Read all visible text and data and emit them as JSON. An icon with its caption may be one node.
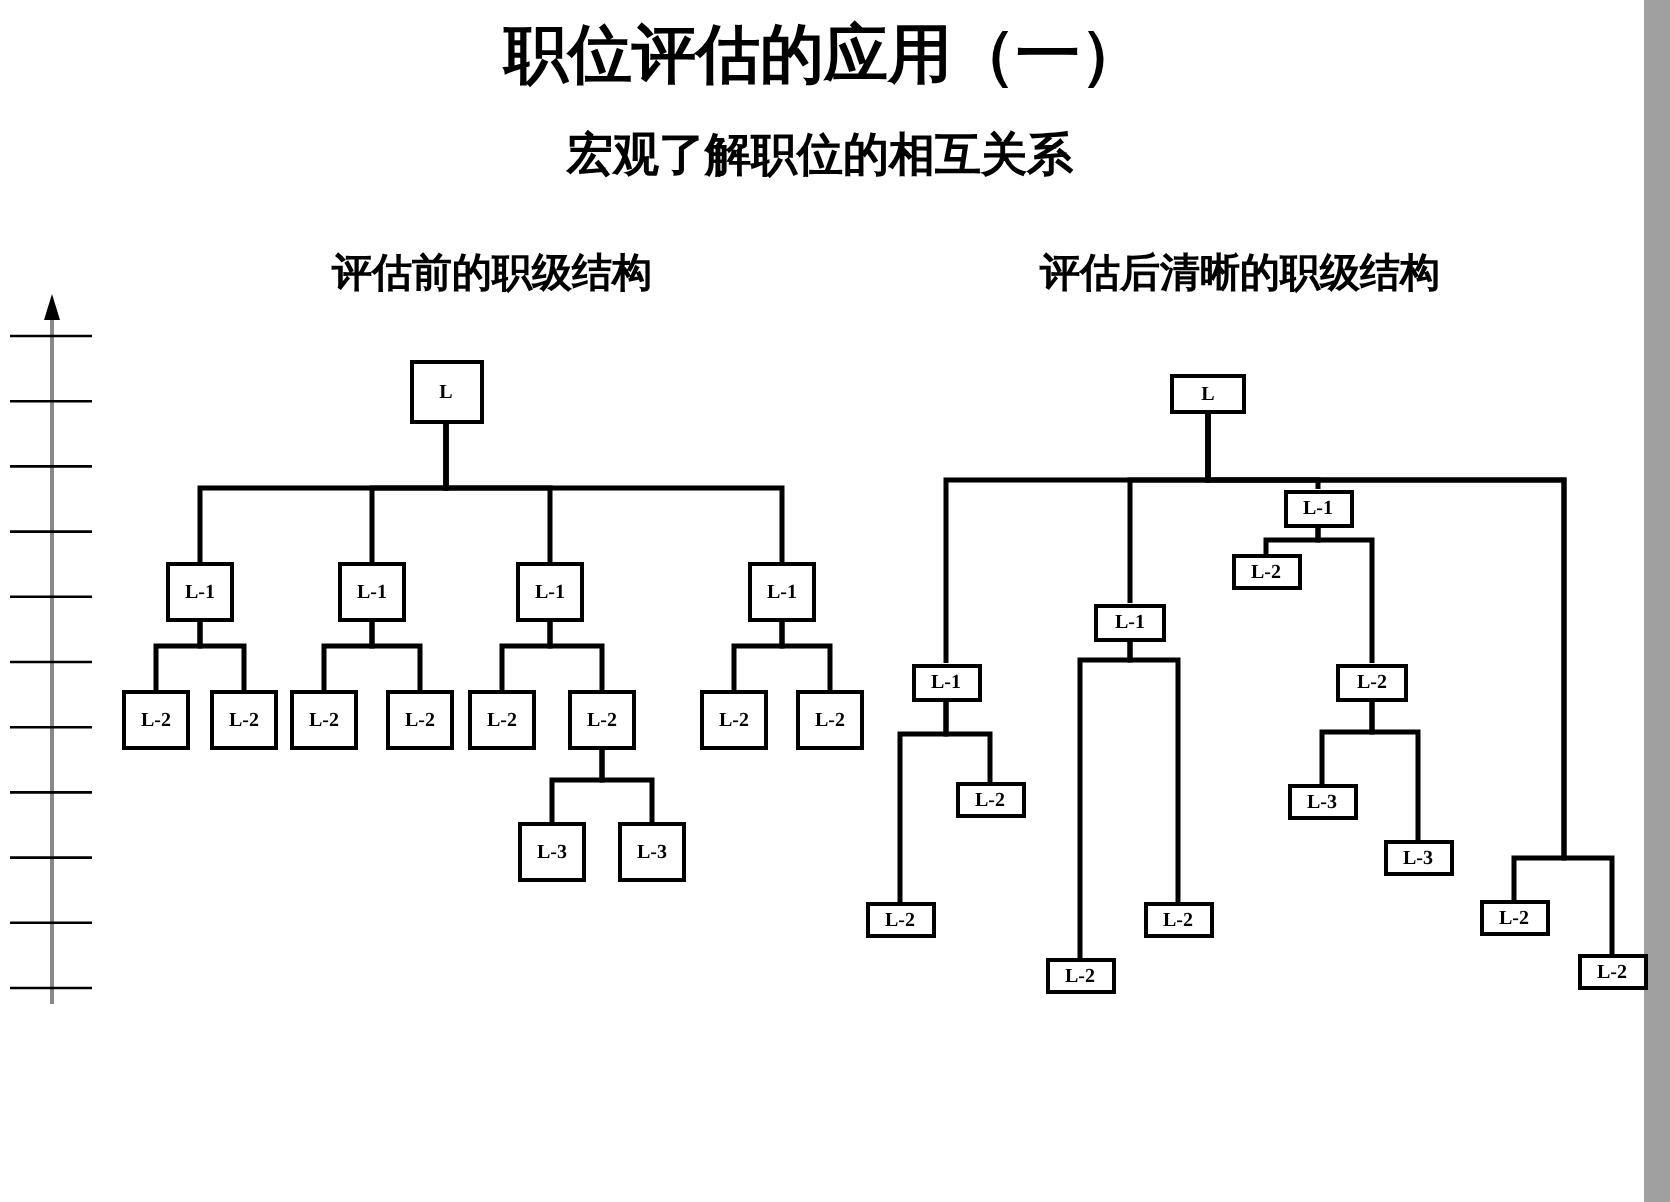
{
  "diagram": {
    "title": "职位评估的应用（一）",
    "labels": [
      "宏观了解职位的相互关系",
      "评估前的职级结构",
      "评估后清晰的职级结构"
    ],
    "nodes": [
      {
        "text": [
          "L"
        ]
      },
      {
        "text": [
          "L-1"
        ]
      },
      {
        "text": [
          "L-1"
        ]
      },
      {
        "text": [
          "L-1"
        ]
      },
      {
        "text": [
          "L-1"
        ]
      },
      {
        "text": [
          "L-2"
        ]
      },
      {
        "text": [
          "L-2"
        ]
      },
      {
        "text": [
          "L-2"
        ]
      },
      {
        "text": [
          "L-2"
        ]
      },
      {
        "text": [
          "L-2"
        ]
      },
      {
        "text": [
          "L-2"
        ]
      },
      {
        "text": [
          "L-2"
        ]
      },
      {
        "text": [
          "L-2"
        ]
      },
      {
        "text": [
          "L-3"
        ]
      },
      {
        "text": [
          "L-3"
        ]
      },
      {
        "text": [
          "L"
        ]
      },
      {
        "text": [
          "L-1"
        ]
      },
      {
        "text": [
          "L-1"
        ]
      },
      {
        "text": [
          "L-1"
        ]
      },
      {
        "text": [
          "L-2"
        ]
      },
      {
        "text": [
          "L-2"
        ]
      },
      {
        "text": [
          "L-2"
        ]
      },
      {
        "text": [
          "L-2"
        ]
      },
      {
        "text": [
          "L-2"
        ]
      },
      {
        "text": [
          "L-2"
        ]
      },
      {
        "text": [
          "L-3"
        ]
      },
      {
        "text": [
          "L-3"
        ]
      },
      {
        "text": [
          "L-2"
        ]
      },
      {
        "text": [
          "L-2"
        ]
      }
    ],
    "edges": [
      {
        "from": 0,
        "to": 1,
        "arrow": "none"
      },
      {
        "from": 0,
        "to": 2,
        "arrow": "none"
      },
      {
        "from": 0,
        "to": 3,
        "arrow": "none"
      },
      {
        "from": 0,
        "to": 4,
        "arrow": "none"
      },
      {
        "from": 1,
        "to": 5,
        "arrow": "none"
      },
      {
        "from": 1,
        "to": 6,
        "arrow": "none"
      },
      {
        "from": 2,
        "to": 7,
        "arrow": "none"
      },
      {
        "from": 2,
        "to": 8,
        "arrow": "none"
      },
      {
        "from": 3,
        "to": 9,
        "arrow": "none"
      },
      {
        "from": 3,
        "to": 10,
        "arrow": "none"
      },
      {
        "from": 4,
        "to": 11,
        "arrow": "none"
      },
      {
        "from": 4,
        "to": 12,
        "arrow": "none"
      },
      {
        "from": 10,
        "to": 13,
        "arrow": "none"
      },
      {
        "from": 10,
        "to": 14,
        "arrow": "none"
      },
      {
        "from": 15,
        "to": 16,
        "arrow": "none"
      },
      {
        "from": 15,
        "to": 17,
        "arrow": "none"
      },
      {
        "from": 15,
        "to": 18,
        "arrow": "none"
      },
      {
        "from": 15,
        "to": 27,
        "arrow": "none"
      },
      {
        "from": 15,
        "to": 28,
        "arrow": "none"
      },
      {
        "from": 16,
        "to": 19,
        "arrow": "none"
      },
      {
        "from": 16,
        "to": 20,
        "arrow": "none"
      },
      {
        "from": 17,
        "to": 21,
        "arrow": "none"
      },
      {
        "from": 17,
        "to": 22,
        "arrow": "none"
      },
      {
        "from": 18,
        "to": 23,
        "arrow": "none"
      },
      {
        "from": 18,
        "to": 24,
        "arrow": "none"
      },
      {
        "from": 24,
        "to": 25,
        "arrow": "none"
      },
      {
        "from": 24,
        "to": 26,
        "arrow": "none"
      }
    ]
  }
}
